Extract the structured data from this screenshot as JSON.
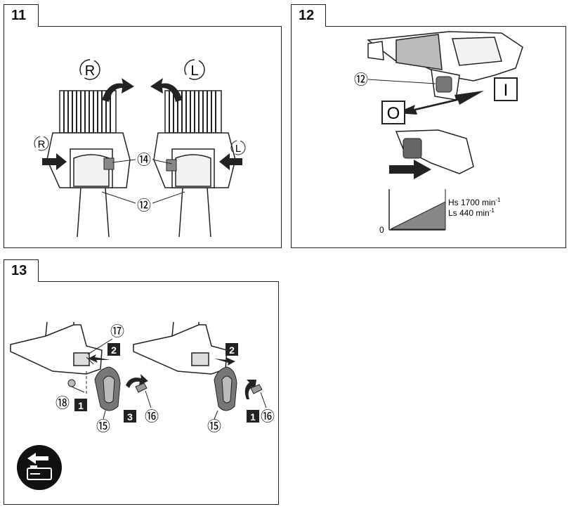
{
  "figures": [
    {
      "number": "11",
      "labels": {
        "right_top": "R",
        "left_top": "L",
        "right_side": "R",
        "left_side": "L",
        "part_14": "⑭",
        "part_12": "⑫"
      }
    },
    {
      "number": "12",
      "labels": {
        "part_12": "⑫",
        "off_box": "O",
        "on_box": "I",
        "zero": "0",
        "hs_label": "Hs 1700 min",
        "ls_label": "Ls    440 min",
        "unit_sup": "-1"
      }
    },
    {
      "number": "13",
      "labels": {
        "part_17": "⑰",
        "part_18": "⑱",
        "part_15_a": "⑮",
        "part_15_b": "⑮",
        "part_16_a": "⑯",
        "part_16_b": "⑯",
        "step_1_a": "1",
        "step_2_a": "2",
        "step_3_a": "3",
        "step_1_b": "1",
        "step_2_b": "2"
      }
    }
  ],
  "colors": {
    "line": "#222222",
    "fill_dark": "#555555",
    "fill_mid": "#888888",
    "fill_light": "#bbbbbb"
  }
}
